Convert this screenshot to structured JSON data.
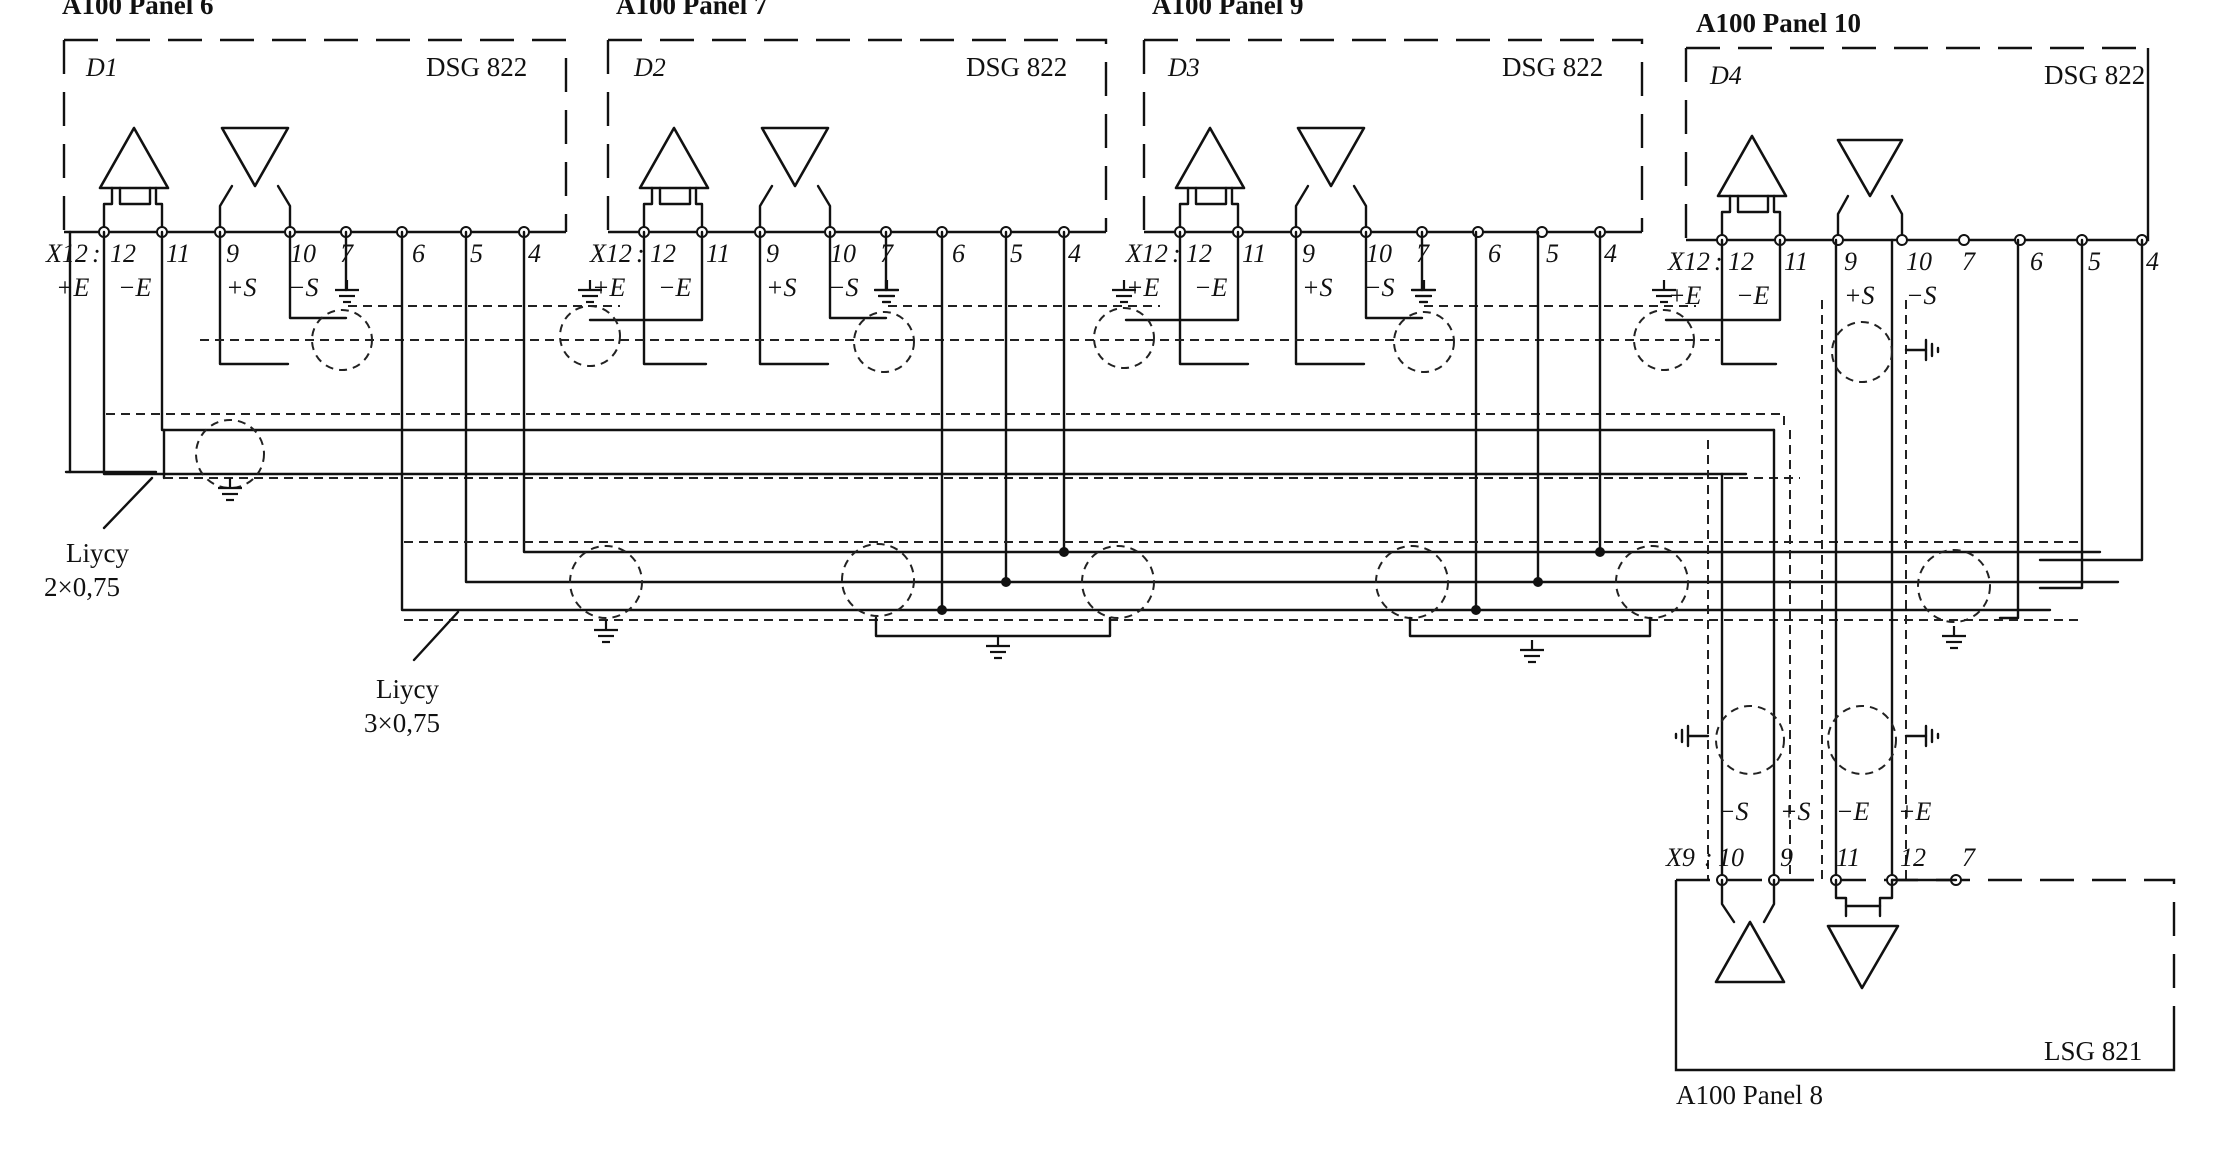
{
  "panels": [
    {
      "title": "A100 Panel 6",
      "device": "D1",
      "type": "DSG 822"
    },
    {
      "title": "A100 Panel 7",
      "device": "D2",
      "type": "DSG 822"
    },
    {
      "title": "A100 Panel 9",
      "device": "D3",
      "type": "DSG 822"
    },
    {
      "title": "A100 Panel 10",
      "device": "D4",
      "type": "DSG 822"
    }
  ],
  "terminal": {
    "connector": "X12",
    "pins": [
      "12",
      "11",
      "9",
      "10",
      "7",
      "6",
      "5",
      "4"
    ],
    "signals": [
      "+E",
      "−E",
      "+S",
      "−S"
    ]
  },
  "lower_unit": {
    "title": "A100 Panel 8",
    "type": "LSG 821",
    "connector": "X9",
    "pins": [
      "10",
      "9",
      "11",
      "12",
      "7"
    ],
    "signals": [
      "−S",
      "+S",
      "−E",
      "+E"
    ]
  },
  "cables": [
    {
      "line1": "Liycy",
      "line2": "2×0,75"
    },
    {
      "line1": "Liycy",
      "line2": "3×0,75"
    }
  ]
}
